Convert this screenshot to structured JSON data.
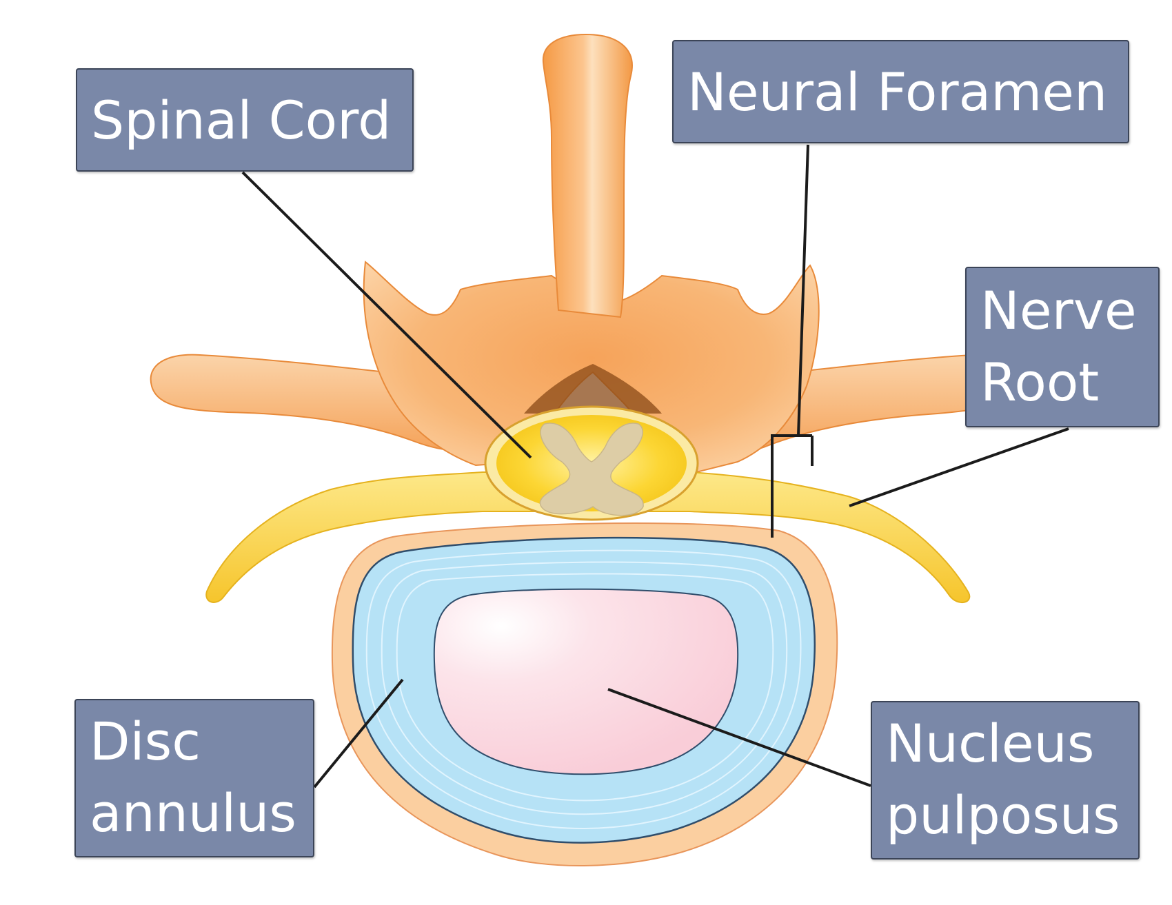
{
  "labels": {
    "spinal_cord": "Spinal Cord",
    "neural_foramen": "Neural Foramen",
    "nerve_root": [
      "Nerve",
      "Root"
    ],
    "disc_annulus": [
      "Disc",
      "annulus"
    ],
    "nucleus_pulposus": [
      "Nucleus",
      "pulposus"
    ]
  },
  "colors": {
    "label_fill": "#7a88a8",
    "label_border": "#3b4457",
    "bone": "#f7a455",
    "bone_light": "#fcd2a4",
    "spinal_cord": "#fbd02a",
    "grey_matter": "#ddcda6",
    "nerve": "#fbd44a",
    "annulus": "#b6e2f6",
    "nucleus": "#fad4de",
    "leader_line": "#1b1b1b"
  }
}
